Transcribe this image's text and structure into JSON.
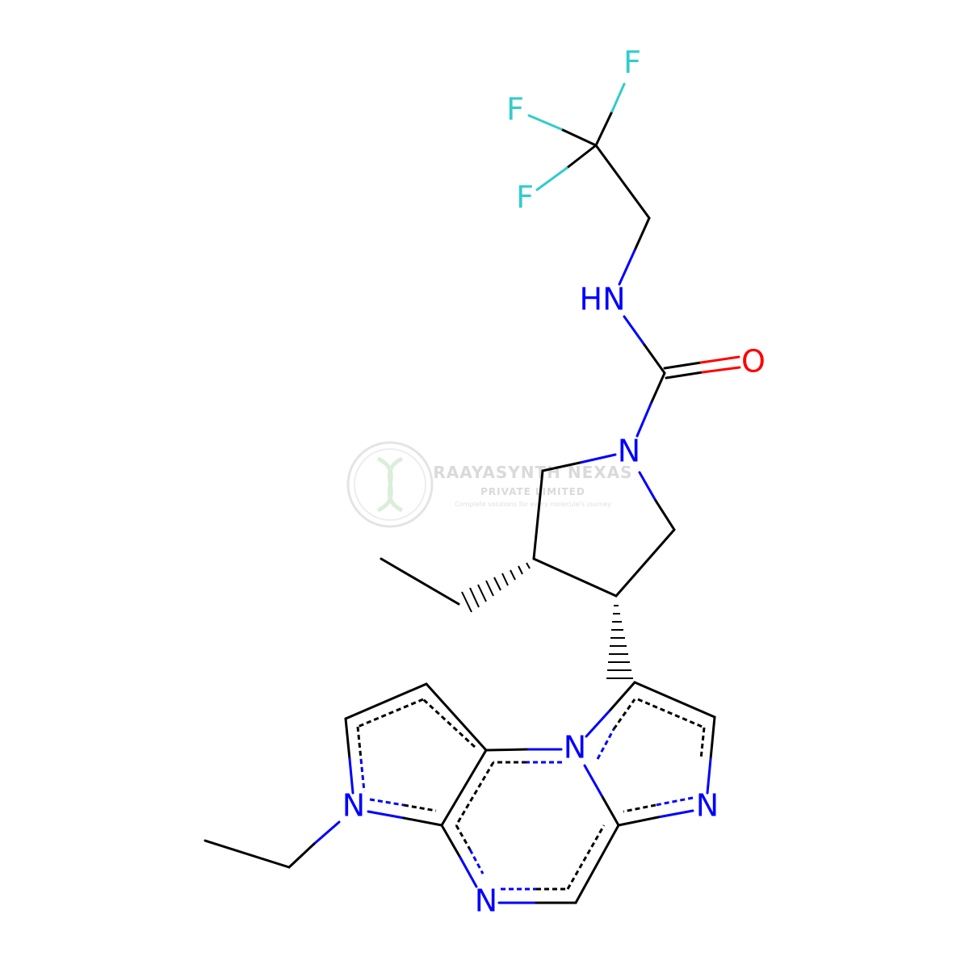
{
  "molecule": {
    "atoms": {
      "F1": "F",
      "F2": "F",
      "F3": "F",
      "NH": "HN",
      "O": "O",
      "N_pyrrolidine": "N",
      "N_bridge": "N",
      "N_imidazole": "N",
      "N_pyrrole": "N",
      "N_pyrazine": "N"
    }
  },
  "watermark": {
    "company": "RAAYASYNTH NEXAS",
    "subtitle": "PRIVATE LIMITED",
    "tagline": "Complete solutions for every molecule's journey"
  },
  "colors": {
    "carbon_bond": "#000000",
    "nitrogen": "#0000ff",
    "oxygen": "#ff0000",
    "fluorine": "#33cccc",
    "watermark": "#d6d6d6"
  }
}
